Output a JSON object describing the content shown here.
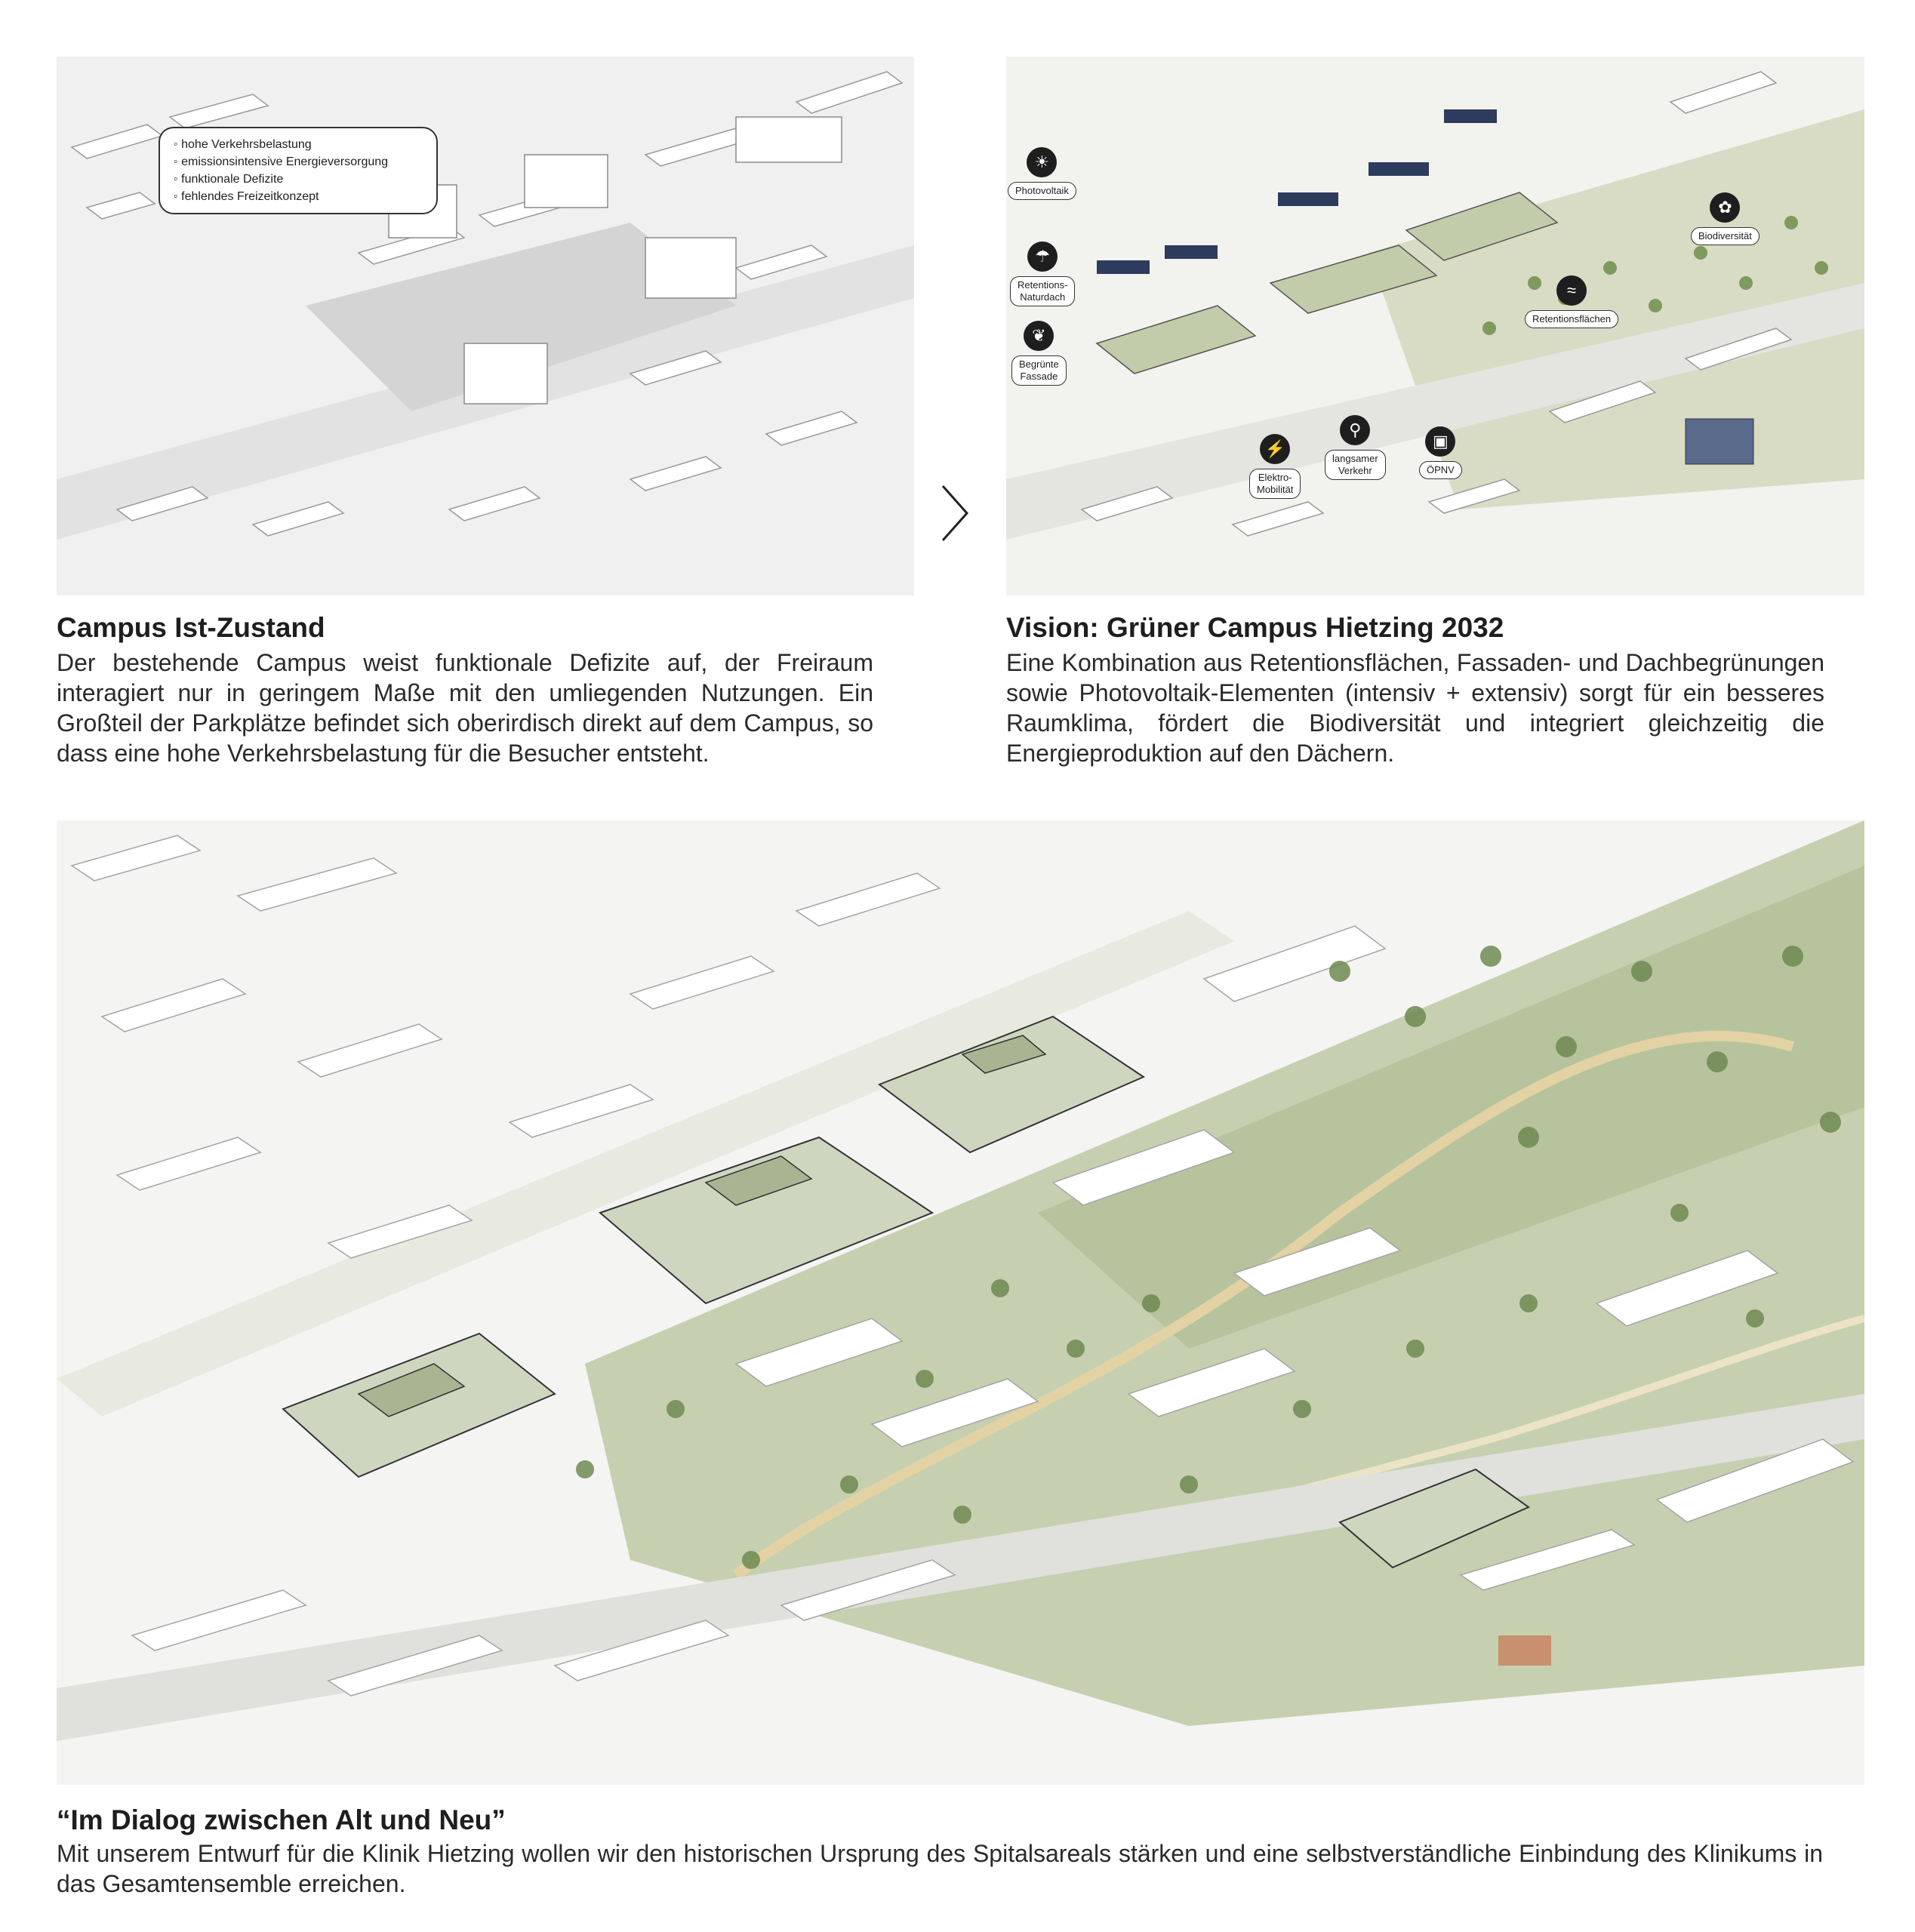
{
  "panels": {
    "existing": {
      "callout_items": [
        "hohe Verkehrsbelastung",
        "emissionsintensive Energieversorgung",
        "funktionale Defizite",
        "fehlendes Freizeitkonzept"
      ],
      "title": "Campus Ist-Zustand",
      "text": "Der bestehende Campus weist funktionale Defizite auf, der Freiraum interagiert nur in geringem Maße mit den umliegenden Nutzungen. Ein Großteil der Parkplätze befindet sich oberirdisch direkt auf dem Campus, so dass eine hohe Verkehrsbelastung für die Besucher entsteht."
    },
    "vision": {
      "tags": {
        "photovoltaik": "Photovoltaik",
        "retention_roof": "Retentions-\nNaturdach",
        "green_facade": "Begrünte\nFassade",
        "biodiversity": "Biodiversität",
        "retention_areas": "Retentionsflächen",
        "e_mobility": "Elektro-\nMobilität",
        "slow_traffic": "langsamer\nVerkehr",
        "public_transport": "ÖPNV"
      },
      "title": "Vision: Grüner Campus Hietzing 2032",
      "text": "Eine Kombination aus Retentionsflächen, Fassaden- und Dachbegrünungen sowie Photovoltaik-Elementen (intensiv + extensiv) sorgt für ein besseres Raumklima, fördert die Biodiversität und integriert gleichzeitig die Energieproduktion auf den Dächern."
    },
    "design": {
      "title": "“Im Dialog zwischen Alt und Neu”",
      "text": "Mit unserem Entwurf für die Klinik Hietzing wollen wir den historischen Ursprung des Spitalsareals stärken und eine selbstverständliche Einbindung des Klinikums in das Gesamtensemble erreichen."
    }
  },
  "icons": {
    "arrow": "chevron-right-icon"
  },
  "colors": {
    "green_space": "#b9c6a2",
    "trees": "#6f8a52",
    "paths": "#e6d5a8",
    "buildings": "#ffffff",
    "grey_base": "#e9e9e9",
    "dark_text": "#1e1e1e"
  }
}
